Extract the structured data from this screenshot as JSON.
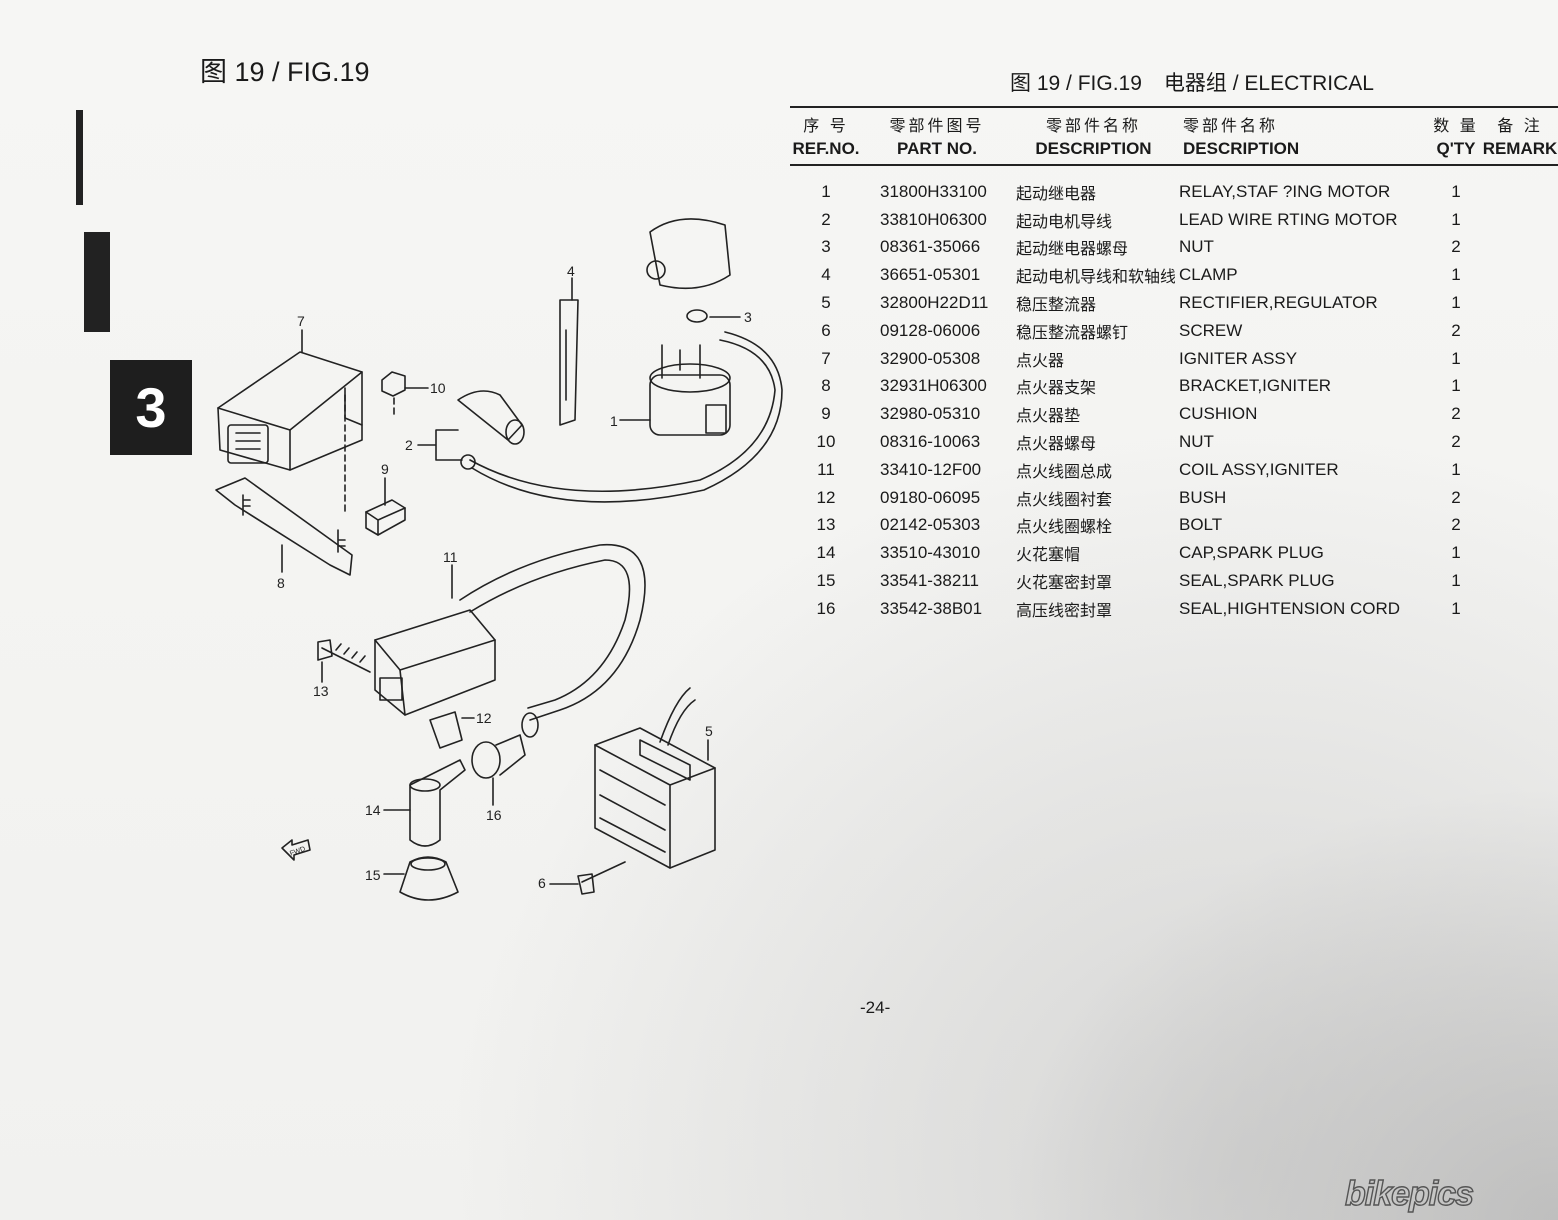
{
  "figure": {
    "title_left": "图 19 / FIG.19",
    "title_right_fig": "图 19 / FIG.19",
    "title_right_group": "电器组 / ELECTRICAL",
    "section_number": "3"
  },
  "table": {
    "headers": {
      "ref_cn": "序 号",
      "ref_en": "REF.NO.",
      "part_cn": "零部件图号",
      "part_en": "PART NO.",
      "desc_cn_cn": "零部件名称",
      "desc_cn_en": "DESCRIPTION",
      "desc_en_cn": "零部件名称",
      "desc_en_en": "DESCRIPTION",
      "qty_cn": "数 量",
      "qty_en": "Q'TY",
      "remark_cn": "备 注",
      "remark_en": "REMARK"
    },
    "rows": [
      {
        "ref": "1",
        "part": "31800H33100",
        "cn": "起动继电器",
        "desc": "RELAY,STAF ?ING MOTOR",
        "qty": "1"
      },
      {
        "ref": "2",
        "part": "33810H06300",
        "cn": "起动电机导线",
        "desc": "LEAD WIRE    RTING MOTOR",
        "qty": "1"
      },
      {
        "ref": "3",
        "part": "08361-35066",
        "cn": "起动继电器螺母",
        "desc": "NUT",
        "qty": "2"
      },
      {
        "ref": "4",
        "part": "36651-05301",
        "cn": "起动电机导线和软轴线夹",
        "desc": "CLAMP",
        "qty": "1"
      },
      {
        "ref": "5",
        "part": "32800H22D11",
        "cn": "稳压整流器",
        "desc": "RECTIFIER,REGULATOR",
        "qty": "1"
      },
      {
        "ref": "6",
        "part": "09128-06006",
        "cn": "稳压整流器螺钉",
        "desc": "SCREW",
        "qty": "2"
      },
      {
        "ref": "7",
        "part": "32900-05308",
        "cn": "点火器",
        "desc": "IGNITER ASSY",
        "qty": "1"
      },
      {
        "ref": "8",
        "part": "32931H06300",
        "cn": "点火器支架",
        "desc": "BRACKET,IGNITER",
        "qty": "1"
      },
      {
        "ref": "9",
        "part": "32980-05310",
        "cn": "点火器垫",
        "desc": "CUSHION",
        "qty": "2"
      },
      {
        "ref": "10",
        "part": "08316-10063",
        "cn": "点火器螺母",
        "desc": "NUT",
        "qty": "2"
      },
      {
        "ref": "11",
        "part": "33410-12F00",
        "cn": "点火线圈总成",
        "desc": "COIL ASSY,IGNITER",
        "qty": "1"
      },
      {
        "ref": "12",
        "part": "09180-06095",
        "cn": "点火线圈衬套",
        "desc": "BUSH",
        "qty": "2"
      },
      {
        "ref": "13",
        "part": "02142-05303",
        "cn": "点火线圈螺栓",
        "desc": "BOLT",
        "qty": "2"
      },
      {
        "ref": "14",
        "part": "33510-43010",
        "cn": "火花塞帽",
        "desc": "CAP,SPARK PLUG",
        "qty": "1"
      },
      {
        "ref": "15",
        "part": "33541-38211",
        "cn": "火花塞密封罩",
        "desc": "SEAL,SPARK PLUG",
        "qty": "1"
      },
      {
        "ref": "16",
        "part": "33542-38B01",
        "cn": "高压线密封罩",
        "desc": "SEAL,HIGHTENSION CORD",
        "qty": "1"
      }
    ]
  },
  "diagram": {
    "callouts": [
      "1",
      "2",
      "3",
      "4",
      "5",
      "6",
      "7",
      "8",
      "9",
      "10",
      "11",
      "12",
      "13",
      "14",
      "15",
      "16"
    ],
    "fwd_label": "FWD"
  },
  "page_number": "-24-",
  "watermark": "bikepics",
  "colors": {
    "ink": "#1a1a1a",
    "paper": "#f4f4f2",
    "tab": "#1e1e1e"
  }
}
